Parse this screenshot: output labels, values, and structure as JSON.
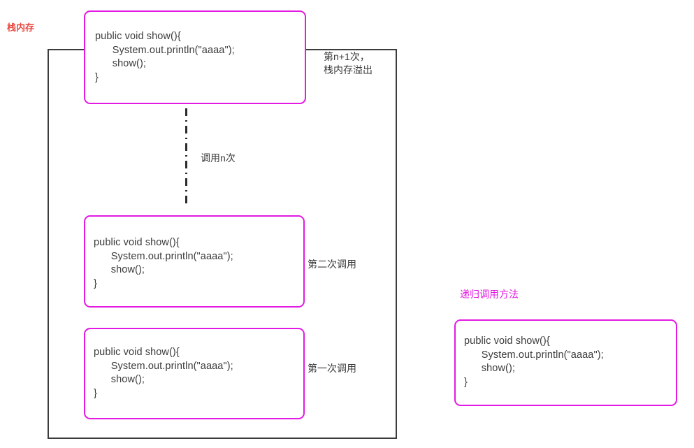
{
  "diagram": {
    "title_labels": {
      "stack_memory": "栈内存",
      "recursive_method": "递归调用方法"
    },
    "code_snippet": "public void show(){\n      System.out.println(\"aaaa\");\n      show();\n}",
    "frames": [
      {
        "id": "frame-top",
        "code": "public void show(){\n      System.out.println(\"aaaa\");\n      show();\n}",
        "annotation": "第n+1次，\n栈内存溢出"
      },
      {
        "id": "frame-second",
        "code": "public void show(){\n      System.out.println(\"aaaa\");\n      show();\n}",
        "annotation": "第二次调用"
      },
      {
        "id": "frame-first",
        "code": "public void show(){\n      System.out.println(\"aaaa\");\n      show();\n}",
        "annotation": "第一次调用"
      }
    ],
    "connector_label": "调用n次",
    "method_definition": {
      "title": "递归调用方法",
      "code": "public void show(){\n      System.out.println(\"aaaa\");\n      show();\n}"
    },
    "colors": {
      "box_border": "#e21ae2",
      "stack_border": "#3c3c3c",
      "stack_memory_label": "#e8453c",
      "code_text": "#3b3b3b",
      "background": "#ffffff"
    }
  }
}
